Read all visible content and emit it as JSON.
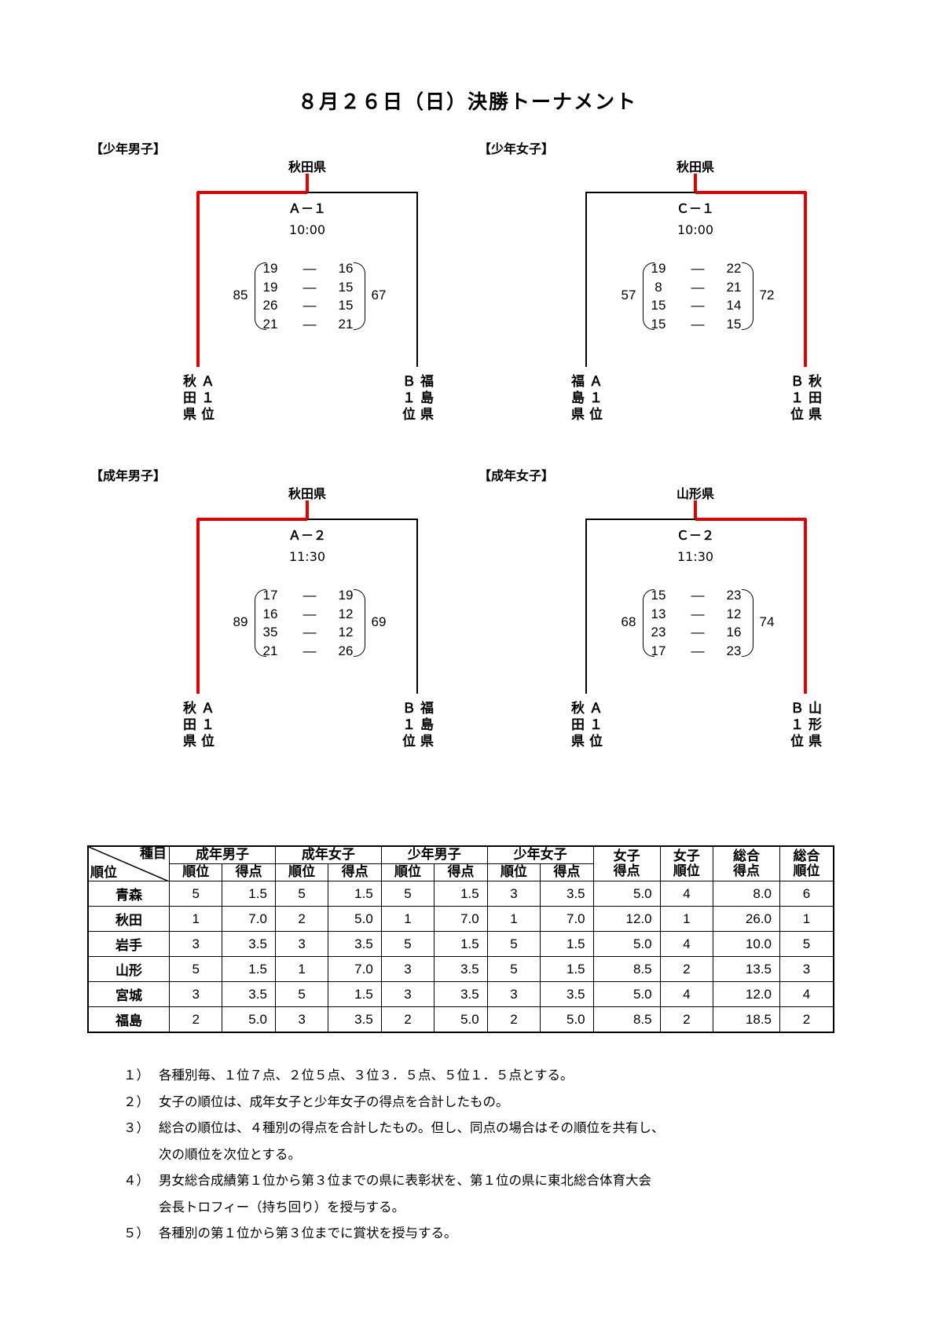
{
  "title": "８月２６日（日）決勝トーナメント",
  "brackets": [
    {
      "section": "【少年男子】",
      "winner": "秋田県",
      "code": "Ａ－１",
      "time": "10:00",
      "left_total": "85",
      "right_total": "67",
      "sets": [
        [
          "19",
          "16"
        ],
        [
          "19",
          "15"
        ],
        [
          "26",
          "15"
        ],
        [
          "21",
          "21"
        ]
      ],
      "dash": "—",
      "left_team": [
        "秋 Ａ",
        "田 １",
        "県 位"
      ],
      "right_team": [
        "Ｂ 福",
        "１ 島",
        "位 県"
      ],
      "winner_side": "left"
    },
    {
      "section": "【少年女子】",
      "winner": "秋田県",
      "code": "Ｃ－１",
      "time": "10:00",
      "left_total": "57",
      "right_total": "72",
      "sets": [
        [
          "19",
          "22"
        ],
        [
          "8",
          "21"
        ],
        [
          "15",
          "14"
        ],
        [
          "15",
          "15"
        ]
      ],
      "dash": "—",
      "left_team": [
        "福 Ａ",
        "島 １",
        "県 位"
      ],
      "right_team": [
        "Ｂ 秋",
        "１ 田",
        "位 県"
      ],
      "winner_side": "right"
    },
    {
      "section": "【成年男子】",
      "winner": "秋田県",
      "code": "Ａ－２",
      "time": "11:30",
      "left_total": "89",
      "right_total": "69",
      "sets": [
        [
          "17",
          "19"
        ],
        [
          "16",
          "12"
        ],
        [
          "35",
          "12"
        ],
        [
          "21",
          "26"
        ]
      ],
      "dash": "—",
      "left_team": [
        "秋 Ａ",
        "田 １",
        "県 位"
      ],
      "right_team": [
        "Ｂ 福",
        "１ 島",
        "位 県"
      ],
      "winner_side": "left"
    },
    {
      "section": "【成年女子】",
      "winner": "山形県",
      "code": "Ｃ－２",
      "time": "11:30",
      "left_total": "68",
      "right_total": "74",
      "sets": [
        [
          "15",
          "23"
        ],
        [
          "13",
          "12"
        ],
        [
          "23",
          "16"
        ],
        [
          "17",
          "23"
        ]
      ],
      "dash": "—",
      "left_team": [
        "秋 Ａ",
        "田 １",
        "県 位"
      ],
      "right_team": [
        "Ｂ 山",
        "１ 形",
        "位 県"
      ],
      "winner_side": "right"
    }
  ],
  "table": {
    "corner_top": "種目",
    "corner_bottom": "順位",
    "groups": [
      "成年男子",
      "成年女子",
      "少年男子",
      "少年女子"
    ],
    "sub": [
      "順位",
      "得点"
    ],
    "extra": [
      [
        "女子",
        "得点"
      ],
      [
        "女子",
        "順位"
      ],
      [
        "総合",
        "得点"
      ],
      [
        "総合",
        "順位"
      ]
    ],
    "rows": [
      [
        "青森",
        "5",
        "1.5",
        "5",
        "1.5",
        "5",
        "1.5",
        "3",
        "3.5",
        "5.0",
        "4",
        "8.0",
        "6"
      ],
      [
        "秋田",
        "1",
        "7.0",
        "2",
        "5.0",
        "1",
        "7.0",
        "1",
        "7.0",
        "12.0",
        "1",
        "26.0",
        "1"
      ],
      [
        "岩手",
        "3",
        "3.5",
        "3",
        "3.5",
        "5",
        "1.5",
        "5",
        "1.5",
        "5.0",
        "4",
        "10.0",
        "5"
      ],
      [
        "山形",
        "5",
        "1.5",
        "1",
        "7.0",
        "3",
        "3.5",
        "5",
        "1.5",
        "8.5",
        "2",
        "13.5",
        "3"
      ],
      [
        "宮城",
        "3",
        "3.5",
        "5",
        "1.5",
        "3",
        "3.5",
        "3",
        "3.5",
        "5.0",
        "4",
        "12.0",
        "4"
      ],
      [
        "福島",
        "2",
        "5.0",
        "3",
        "3.5",
        "2",
        "5.0",
        "2",
        "5.0",
        "8.5",
        "2",
        "18.5",
        "2"
      ]
    ]
  },
  "notes": [
    {
      "num": "１）",
      "text": "各種別毎、１位７点、２位５点、３位３．５点、５位１．５点とする。"
    },
    {
      "num": "２）",
      "text": "女子の順位は、成年女子と少年女子の得点を合計したもの。"
    },
    {
      "num": "３）",
      "text": "総合の順位は、４種別の得点を合計したもの。但し、同点の場合はその順位を共有し、"
    },
    {
      "num": "",
      "text": "次の順位を次位とする。"
    },
    {
      "num": "４）",
      "text": "男女総合成績第１位から第３位までの県に表彰状を、第１位の県に東北総合体育大会"
    },
    {
      "num": "",
      "text": "会長トロフィー（持ち回り）を授与する。"
    },
    {
      "num": "５）",
      "text": "各種別の第１位から第３位までに賞状を授与する。"
    }
  ]
}
